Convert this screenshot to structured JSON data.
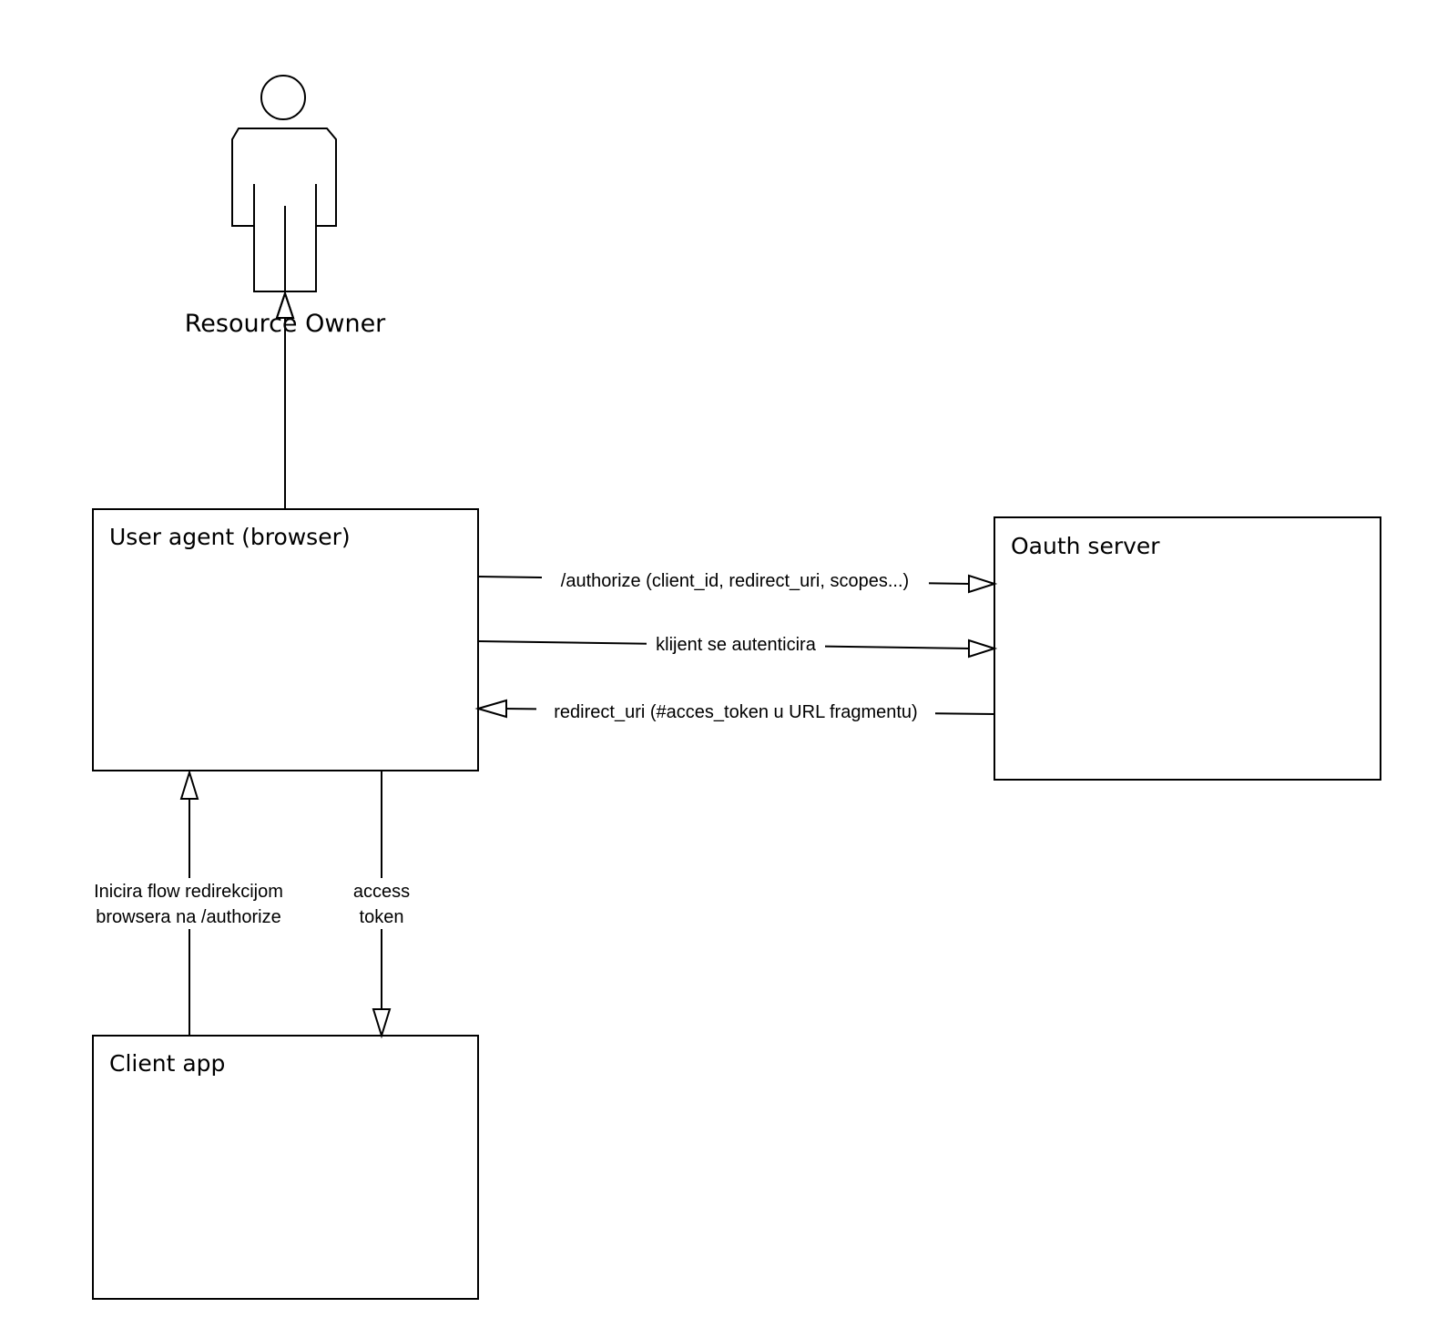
{
  "diagram": {
    "actor": {
      "name": "Resource Owner"
    },
    "nodes": {
      "user_agent": {
        "label": "User agent (browser)"
      },
      "oauth_server": {
        "label": "Oauth server"
      },
      "client_app": {
        "label": "Client app"
      }
    },
    "edges": {
      "to_owner": {
        "from": "user_agent",
        "to": "actor"
      },
      "authorize": {
        "from": "user_agent",
        "to": "oauth_server",
        "label": "/authorize (client_id, redirect_uri, scopes...)"
      },
      "authenticate": {
        "from": "user_agent",
        "to": "oauth_server",
        "label": "klijent se autenticira"
      },
      "redirect": {
        "from": "oauth_server",
        "to": "user_agent",
        "label": "redirect_uri (#acces_token u URL fragmentu)"
      },
      "initiate": {
        "from": "client_app",
        "to": "user_agent",
        "label_line1": "Inicira flow redirekcijom",
        "label_line2": "browsera  na /authorize"
      },
      "access_token": {
        "from": "user_agent",
        "to": "client_app",
        "label_line1": "access",
        "label_line2": "token"
      }
    },
    "colors": {
      "stroke": "#000000",
      "background": "#ffffff"
    }
  }
}
